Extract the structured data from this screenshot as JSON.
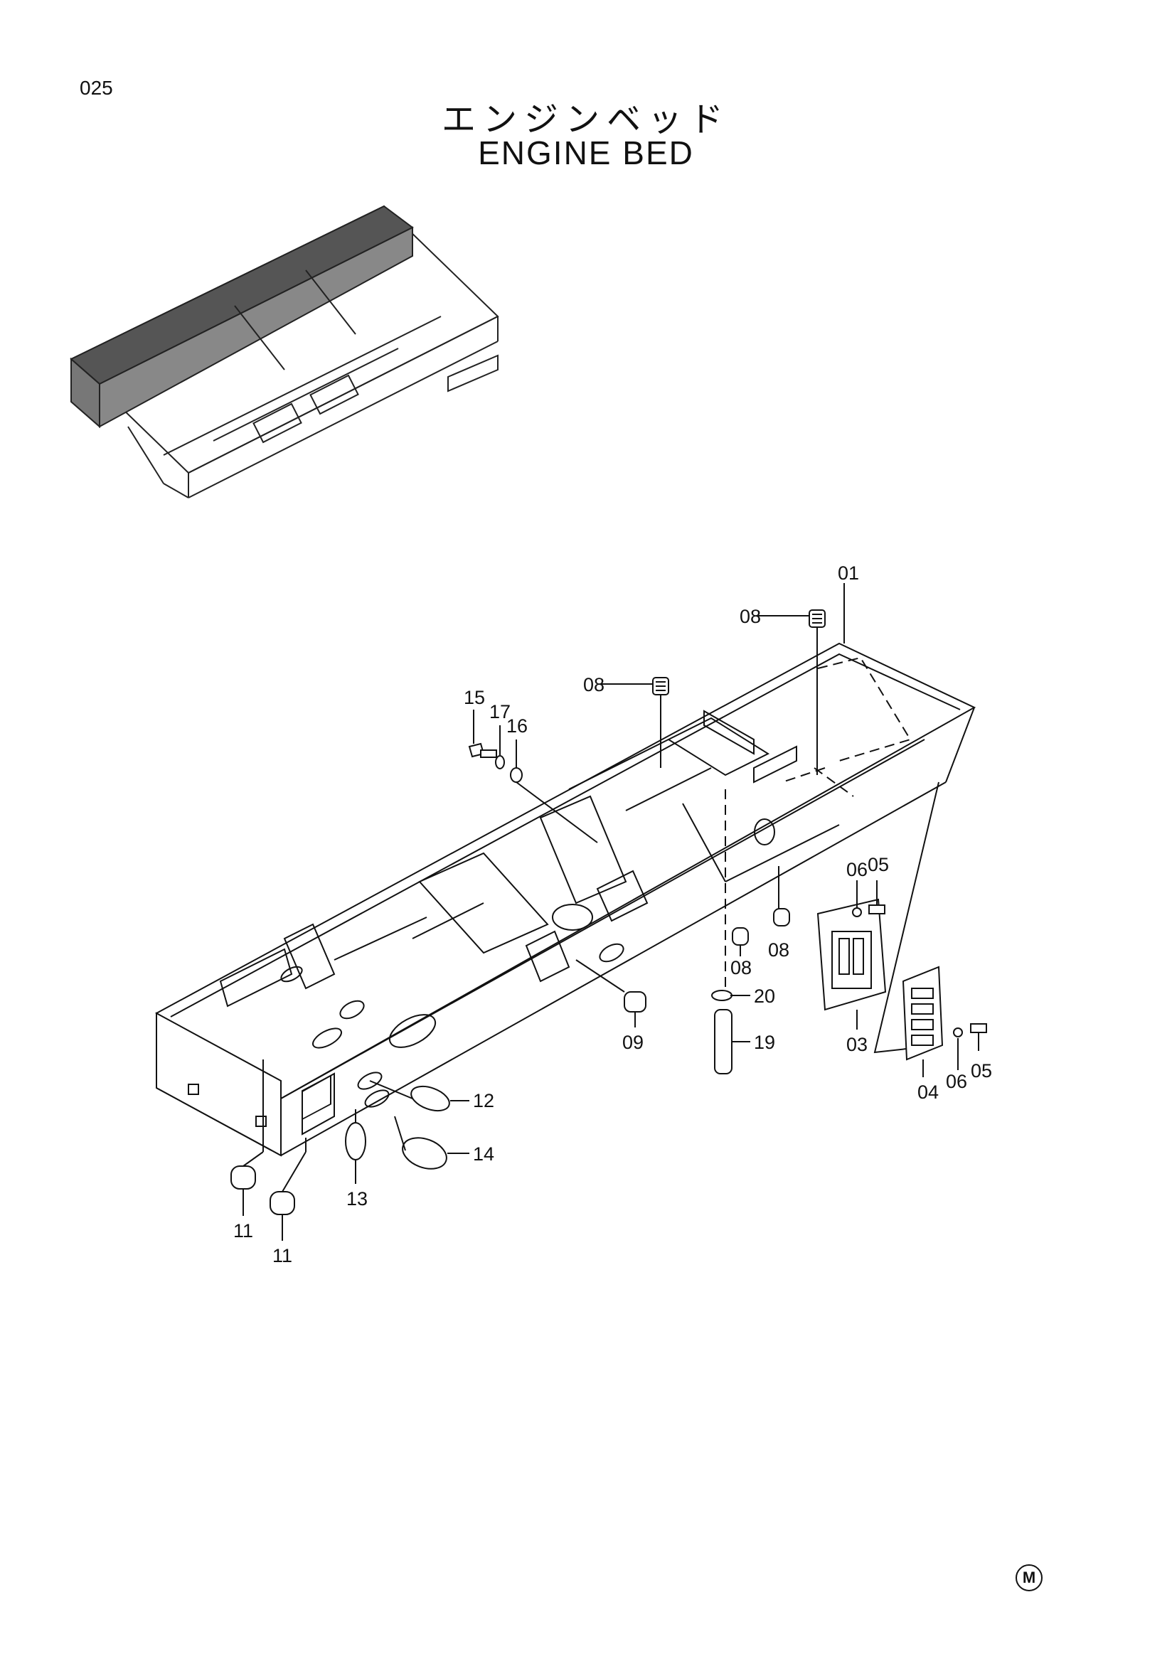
{
  "page": {
    "number": "025",
    "title_jp": "エンジンベッド",
    "title_en": "ENGINE BED",
    "mark": "M"
  },
  "callouts": [
    "01",
    "08",
    "08",
    "08",
    "08",
    "15",
    "17",
    "16",
    "06",
    "05",
    "03",
    "04",
    "06",
    "05",
    "20",
    "19",
    "09",
    "12",
    "13",
    "14",
    "11",
    "11"
  ]
}
